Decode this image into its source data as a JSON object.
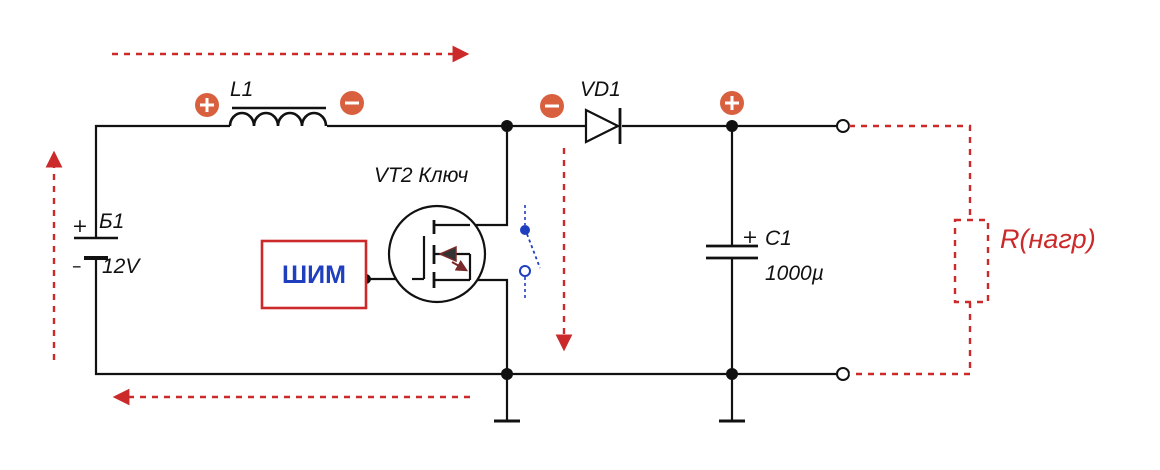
{
  "labels": {
    "l1": "L1",
    "vd1": "VD1",
    "vt2": "VT2 Ключ",
    "b1": "Б1",
    "b1_voltage": "12V",
    "b1_plus": "+",
    "b1_minus": "–",
    "c1": "C1",
    "c1_value": "1000µ",
    "c1_plus": "+",
    "pwm": "ШИМ",
    "load": "R(нагр)"
  },
  "colors": {
    "wire": "#111111",
    "current_flow": "#cc2a2a",
    "polarity_marker": "#d9603f",
    "pwm_box_border": "#cc2a2a",
    "pwm_text": "#1f3fbf",
    "switch": "#1f3fbf"
  },
  "icons": {
    "polarity_plus": "plus-circle-icon",
    "polarity_minus": "minus-circle-icon"
  }
}
